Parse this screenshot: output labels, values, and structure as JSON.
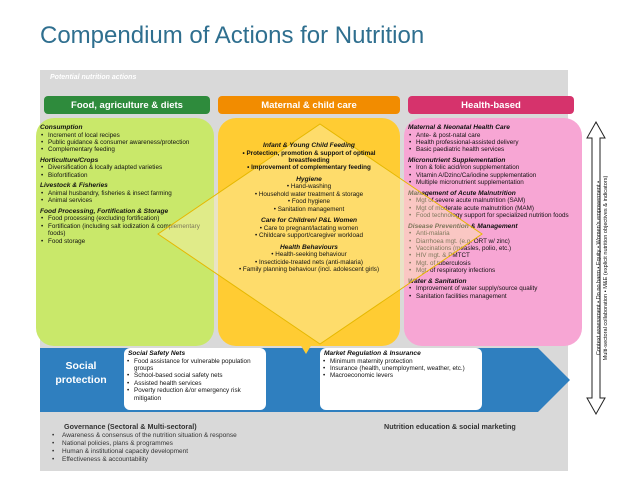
{
  "title": "Compendium of Actions for Nutrition",
  "band_label": "Potential nutrition actions",
  "headers": {
    "food": "Food, agriculture & diets",
    "maternal": "Maternal & child care",
    "health": "Health-based"
  },
  "food": [
    {
      "title": "Consumption",
      "items": [
        "Increment of local recipes",
        "Public guidance & consumer awareness/protection",
        "Complementary feeding"
      ]
    },
    {
      "title": "Horticulture/Crops",
      "items": [
        "Diversification & locally adapted varieties",
        "Biofortification"
      ]
    },
    {
      "title": "Livestock & Fisheries",
      "items": [
        "Animal husbandry, fisheries & insect farming",
        "Animal services"
      ]
    },
    {
      "title": "Food Processing, Fortification & Storage",
      "items": [
        "Food processing (excluding fortification)",
        "Fortification (including salt iodization & complementary foods)",
        "Food storage"
      ]
    }
  ],
  "maternal": [
    {
      "title": "Infant & Young Child Feeding",
      "items": [
        "Protection, promotion & support of optimal breastfeeding",
        "Improvement of complementary feeding"
      ],
      "bold": true
    },
    {
      "title": "Hygiene",
      "items": [
        "Hand-washing",
        "Household water treatment & storage",
        "Food hygiene",
        "Sanitation management"
      ]
    },
    {
      "title": "Care for Children/ P&L Women",
      "items": [
        "Care to pregnant/lactating women",
        "Childcare support/caregiver workload"
      ]
    },
    {
      "title": "Health Behaviours",
      "items": [
        "Health-seeking behaviour",
        "Insecticide-treated nets (anti-malaria)",
        "Family planning behaviour (incl. adolescent girls)"
      ]
    }
  ],
  "health": [
    {
      "title": "Maternal & Neonatal Health Care",
      "items": [
        "Ante- & post-natal care",
        "Health professional-assisted delivery",
        "Basic paediatric health services"
      ]
    },
    {
      "title": "Micronutrient Supplementation",
      "items": [
        "Iron & folic acid/iron supplementation",
        "Vitamin A/Dzinc/Ca/iodine supplementation",
        "Multiple micronutrient supplementation"
      ]
    },
    {
      "title": "Management of Acute Malnutrition",
      "items": [
        "Mgt of severe acute malnutrition (SAM)",
        "Mgt of moderate acute malnutrition (MAM)",
        "Food technology support for specialized nutrition foods"
      ]
    },
    {
      "title": "Disease Prevention & Management",
      "items": [
        "Anti-malaria",
        "Diarrhoea mgt. (e.g. ORT w/ zinc)",
        "Vaccinations (measles, polio, etc.)",
        "HIV mgt. & PMTCT",
        "Mgt. of tuberculosis",
        "Mgt. of respiratory infections"
      ]
    },
    {
      "title": "Water & Sanitation",
      "items": [
        "Improvement of water supply/source quality",
        "Sanitation facilities management"
      ]
    }
  ],
  "social": {
    "label_line1": "Social",
    "label_line2": "protection",
    "safety_title": "Social Safety Nets",
    "safety_items": [
      "Food assistance for vulnerable population groups",
      "School-based social safety nets",
      "Assisted health services",
      "Poverty reduction &/or emergency risk mitigation"
    ],
    "market_title": "Market Regulation & Insurance",
    "market_items": [
      "Minimum maternity protection",
      "Insurance (health, unemployment, weather, etc.)",
      "Macroeconomic levers"
    ]
  },
  "governance": {
    "title": "Governance (Sectoral & Multi-sectoral)",
    "items": [
      "Awareness & consensus of the nutrition situation & response",
      "National policies, plans & programmes",
      "Human & institutional capacity development",
      "Effectiveness & accountability"
    ],
    "education_title": "Nutrition education & social marketing"
  },
  "side": {
    "line1": "Context assessment • Do no harm • Equity • Women's empowerment •",
    "line2": "Multi-sectoral collaboration • M&E (explicit nutrition objectives & indicators)"
  },
  "colors": {
    "title": "#2f6f8f",
    "food_header": "#2e8b3c",
    "food_body": "#c9e86a",
    "maternal_header": "#f28c00",
    "maternal_body": "#ffcc33",
    "health_header": "#d6336c",
    "health_body": "#f7a6d4",
    "social": "#2f7fbf",
    "diamond": "#fdf0b0"
  }
}
